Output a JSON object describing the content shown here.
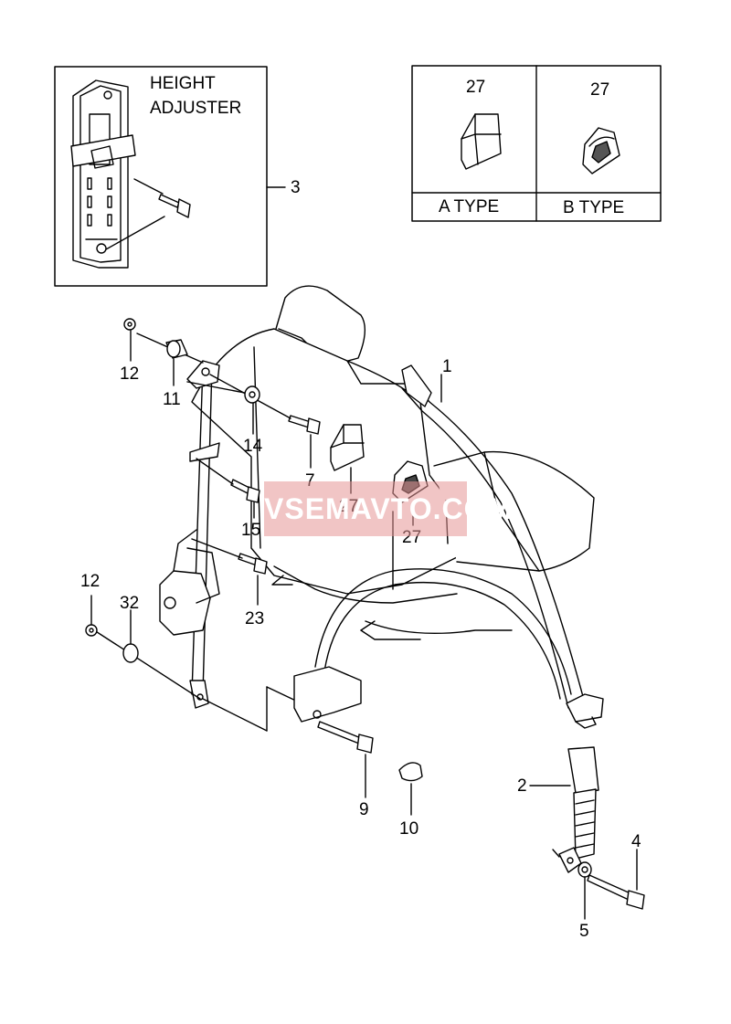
{
  "height_adjuster": {
    "title_line1": "HEIGHT",
    "title_line2": "ADJUSTER",
    "callout": "3"
  },
  "type_table": {
    "a": {
      "part": "27",
      "label": "A TYPE"
    },
    "b": {
      "part": "27",
      "label": "B TYPE"
    }
  },
  "callouts": {
    "c1": "1",
    "c2": "2",
    "c4": "4",
    "c5": "5",
    "c7": "7",
    "c9": "9",
    "c10": "10",
    "c11": "11",
    "c12a": "12",
    "c12b": "12",
    "c14": "14",
    "c15": "15",
    "c23": "23",
    "c27a": "27",
    "c27b": "27",
    "c32": "32"
  },
  "watermark": "VSEMAVTO.COM"
}
